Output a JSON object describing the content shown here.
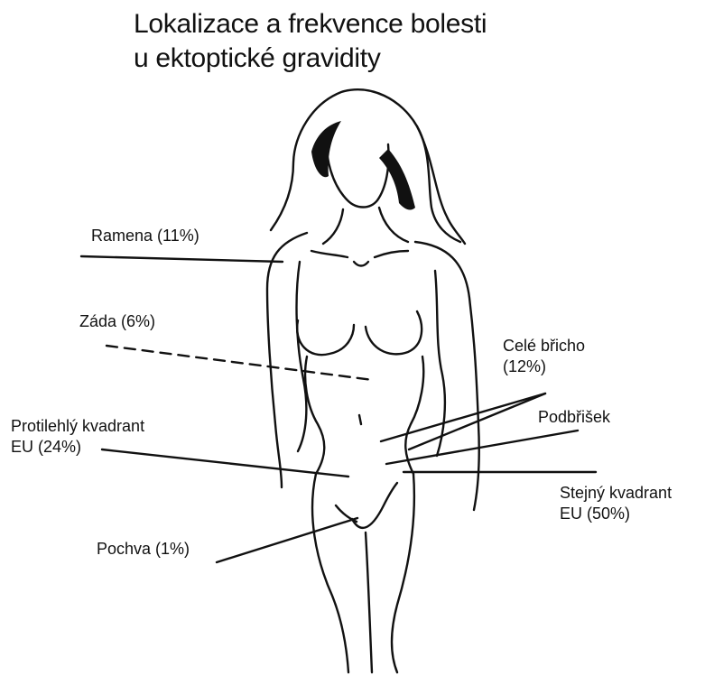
{
  "title": {
    "line1": "Lokalizace a frekvence bolesti",
    "line2": "u ektoptické gravidity"
  },
  "labels": {
    "ramena": "Ramena (11%)",
    "zada": "Záda (6%)",
    "cele_bricho_1": "Celé břicho",
    "cele_bricho_2": "(12%)",
    "podbrisek": "Podbřišek",
    "protilehly_1": "Protilehlý kvadrant",
    "protilehly_2": "EU (24%)",
    "stejny_1": "Stejný kvadrant",
    "stejny_2": "EU (50%)",
    "pochva": "Pochva (1%)"
  },
  "colors": {
    "ink": "#111111",
    "background": "#ffffff"
  }
}
